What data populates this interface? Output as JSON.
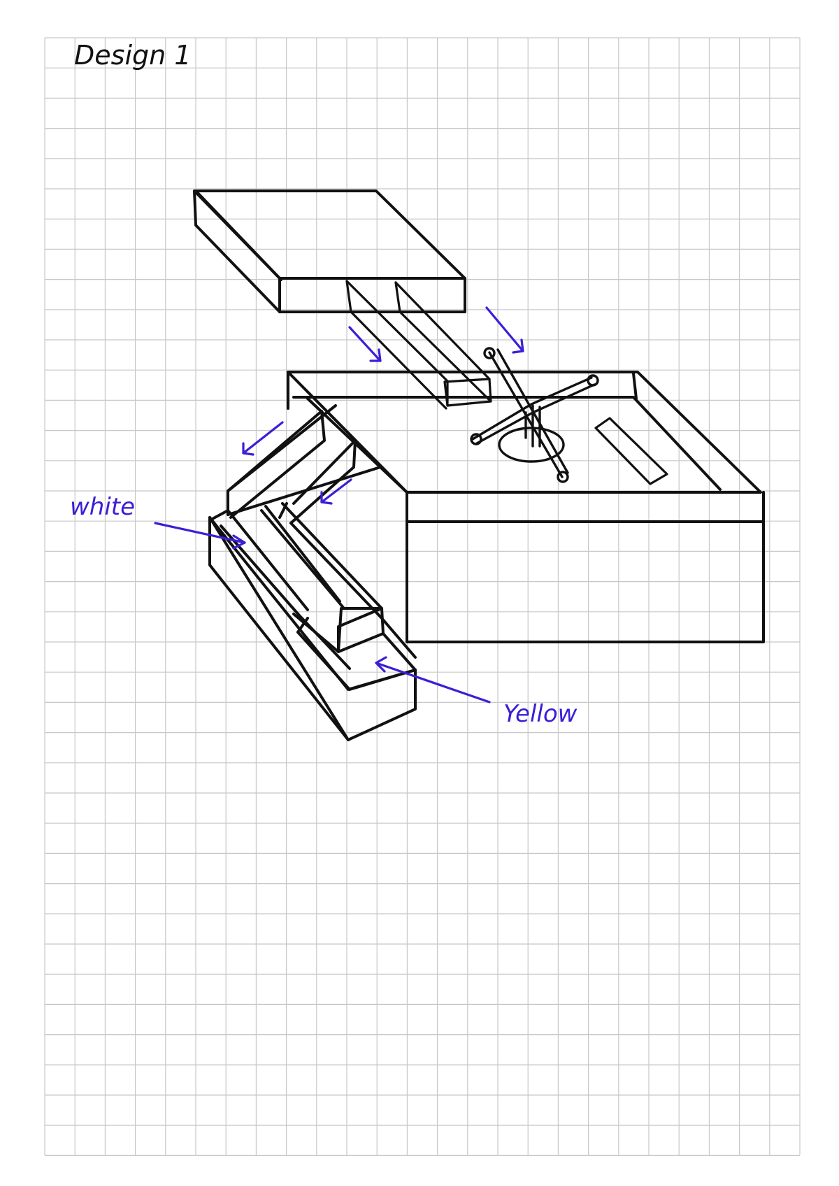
{
  "title": "Design 1",
  "annotations": {
    "white": "white",
    "yellow": "Yellow"
  },
  "colors": {
    "paper": "#ffffff",
    "grid": "#c8c8c8",
    "ink": "#111111",
    "annotation": "#3a1fd6"
  }
}
